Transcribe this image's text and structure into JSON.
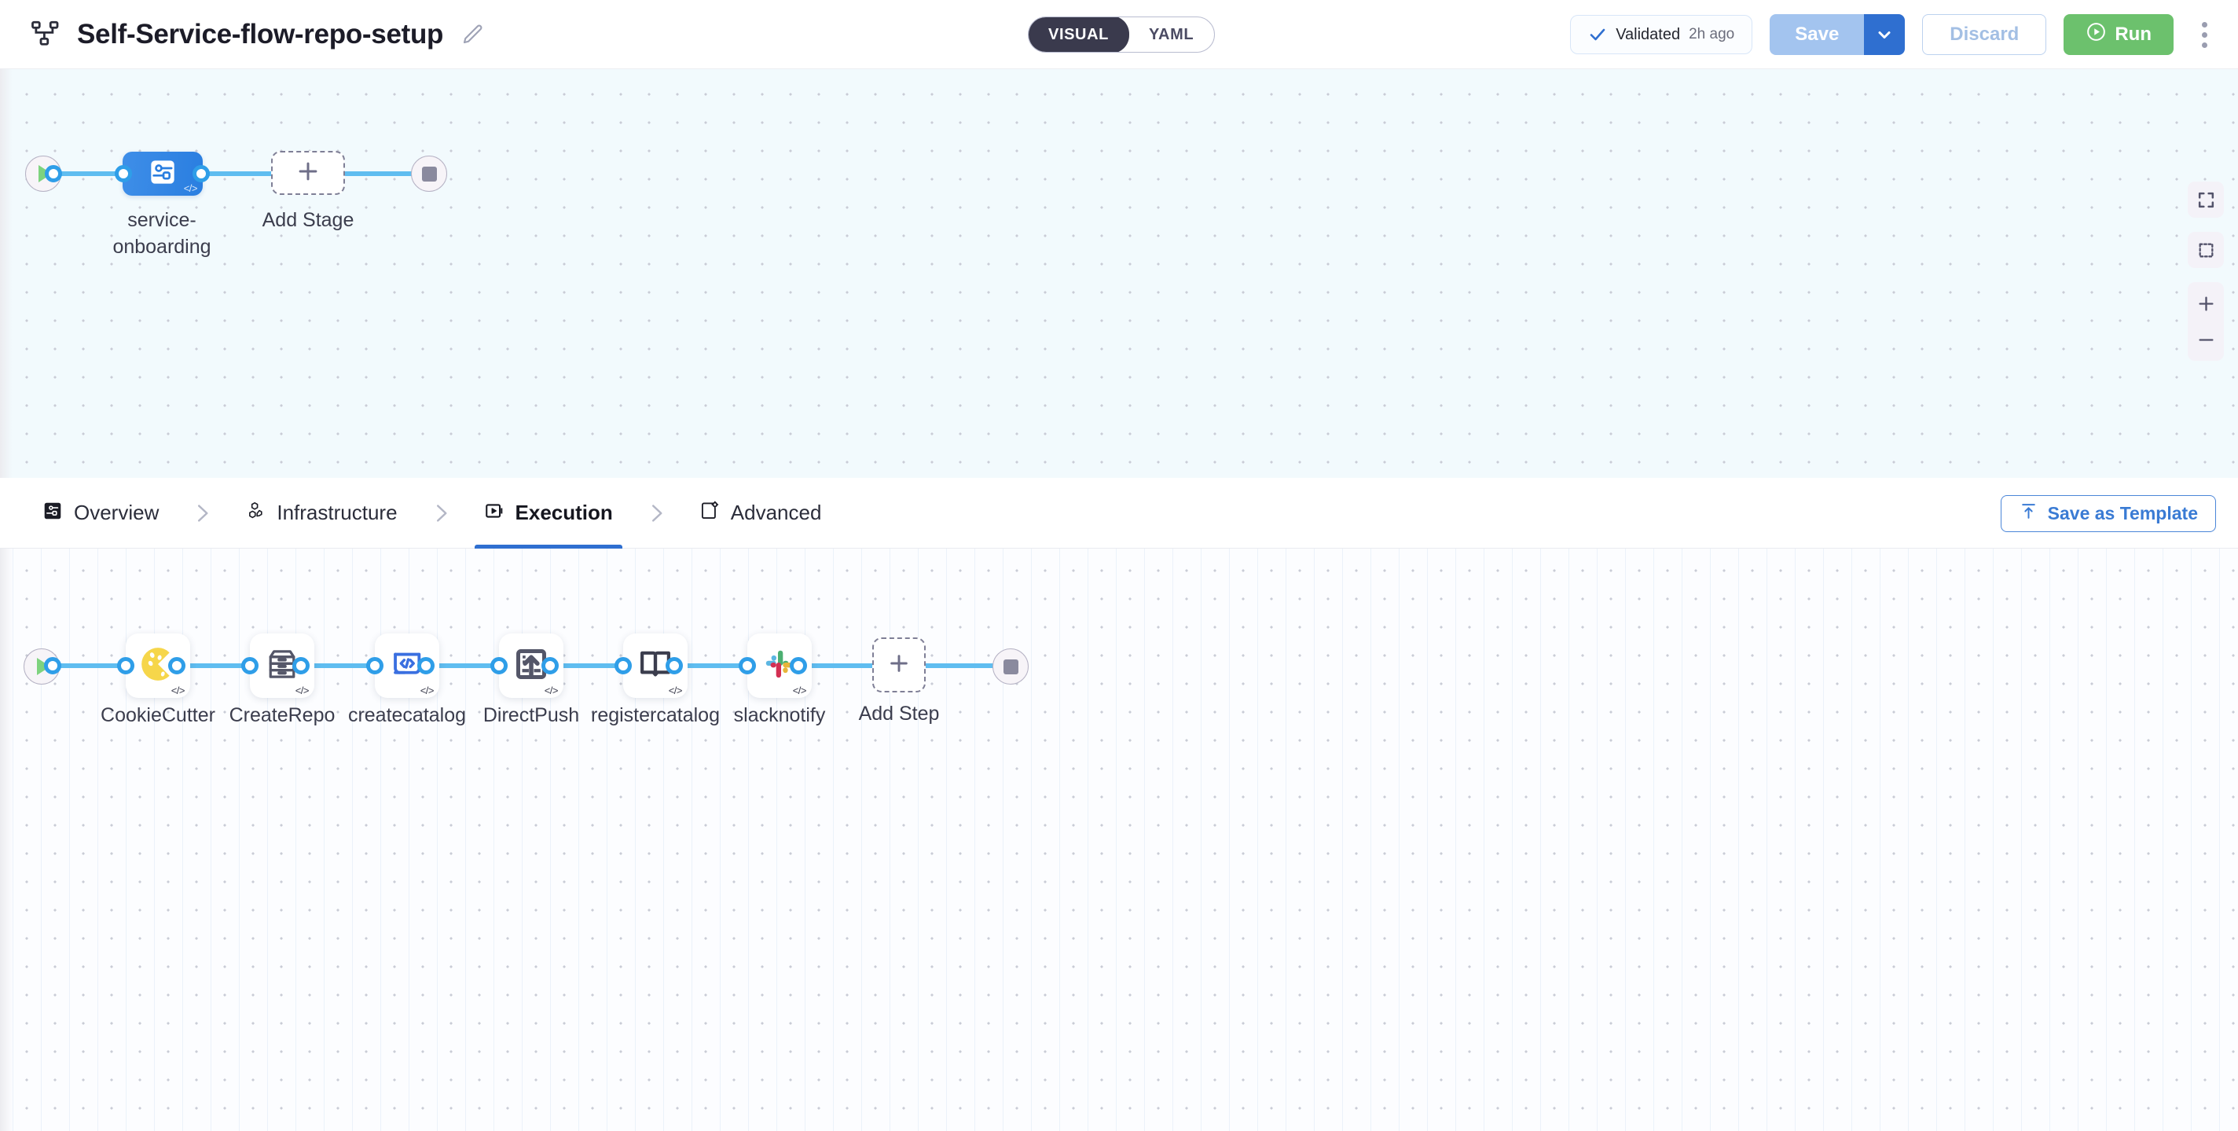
{
  "header": {
    "pipeline_icon": "pipeline-nodes-icon",
    "title": "Self-Service-flow-repo-setup",
    "edit_icon": "pencil-edit-icon",
    "mode_toggle": {
      "options": [
        "VISUAL",
        "YAML"
      ],
      "selected": "VISUAL"
    },
    "validated": {
      "icon": "check-icon",
      "label": "Validated",
      "time": "2h ago"
    },
    "save_label": "Save",
    "save_caret_icon": "chevron-down-icon",
    "discard_label": "Discard",
    "run_label": "Run",
    "run_icon": "play-circle-icon",
    "more_icon": "kebab-menu-icon"
  },
  "stage_canvas": {
    "start_node": {
      "icon": "play-icon"
    },
    "end_node": {
      "icon": "stop-icon"
    },
    "stage": {
      "label": "service-\nonboarding",
      "icon": "stage-service-icon",
      "code_badge": "</>",
      "selected": true
    },
    "add_stage": {
      "label": "Add Stage",
      "icon": "plus-icon"
    },
    "zoom_tools": [
      {
        "name": "fit-screen-icon"
      },
      {
        "name": "marquee-select-icon"
      },
      {
        "name": "zoom-in-icon"
      },
      {
        "name": "zoom-out-icon"
      }
    ]
  },
  "tabbar": {
    "tabs": [
      {
        "label": "Overview",
        "icon": "overview-icon",
        "active": false
      },
      {
        "label": "Infrastructure",
        "icon": "infrastructure-icon",
        "active": false
      },
      {
        "label": "Execution",
        "icon": "execution-icon",
        "active": true
      },
      {
        "label": "Advanced",
        "icon": "advanced-icon",
        "active": false
      }
    ],
    "separator_icon": "chevron-right-icon",
    "save_template": {
      "label": "Save as Template",
      "icon": "template-upload-icon"
    }
  },
  "steps_canvas": {
    "start_node": {
      "icon": "play-icon"
    },
    "end_node": {
      "icon": "stop-icon"
    },
    "steps": [
      {
        "label": "CookieCutter",
        "icon": "cookie-icon",
        "code_badge": "</>"
      },
      {
        "label": "CreateRepo",
        "icon": "file-cabinet-icon",
        "code_badge": "</>"
      },
      {
        "label": "createcatalog",
        "icon": "code-screen-icon",
        "code_badge": "</>"
      },
      {
        "label": "DirectPush",
        "icon": "push-upload-icon",
        "code_badge": "</>"
      },
      {
        "label": "registercatalog",
        "icon": "open-book-icon",
        "code_badge": "</>"
      },
      {
        "label": "slacknotify",
        "icon": "slack-icon",
        "code_badge": "</>"
      }
    ],
    "add_step": {
      "label": "Add Step",
      "icon": "plus-icon"
    }
  },
  "colors": {
    "accent_blue": "#2f6fd0",
    "wire_blue": "#5fbdf0",
    "run_green": "#6cc16d",
    "stage_blue": "#2a7ee0",
    "canvas_top": "#f2fafd",
    "canvas_bottom": "#fcfdff"
  }
}
